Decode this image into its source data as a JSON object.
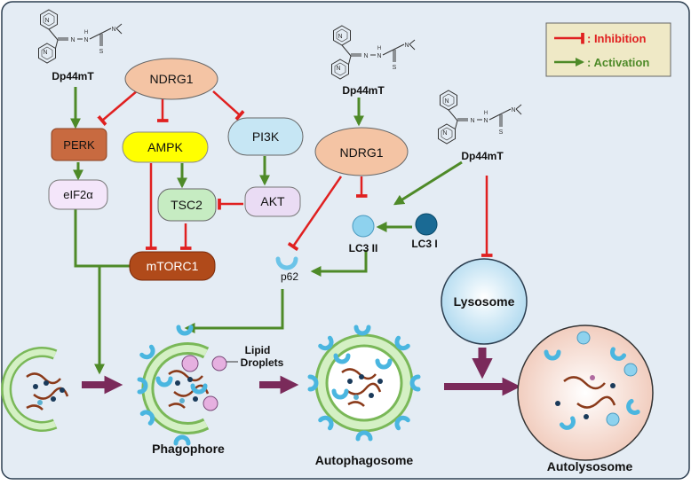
{
  "legend": {
    "inhibition": ": Inhibition",
    "activation": ": Activation"
  },
  "drug": {
    "name": "Dp44mT",
    "atom_n": "N",
    "atom_s": "S",
    "atom_h": "H"
  },
  "nodes": {
    "ndrg1_top": "NDRG1",
    "ndrg1_mid": "NDRG1",
    "perk": "PERK",
    "eif2a": "eIF2α",
    "ampk": "AMPK",
    "pi3k": "PI3K",
    "tsc2": "TSC2",
    "akt": "AKT",
    "mtorc1": "mTORC1",
    "lc3ii": "LC3 II",
    "lc3i": "LC3 I",
    "p62": "p62",
    "lysosome": "Lysosome"
  },
  "stages": {
    "phagophore": "Phagophore",
    "autophagosome": "Autophagosome",
    "autolysosome": "Autolysosome",
    "lipid_droplets_line1": "Lipid",
    "lipid_droplets_line2": "Droplets"
  },
  "colors": {
    "background": "#e4ecf4",
    "inhibit": "#e02020",
    "activate": "#4e8a28",
    "transition": "#7a2a5a",
    "ndrg1": "#f4c4a4",
    "perk": "#c86a40",
    "eif2a": "#f4e6fa",
    "ampk": "#ffff00",
    "pi3k": "#c6e6f4",
    "tsc2": "#c6ecc2",
    "akt": "#eadcf4",
    "mtorc1": "#b04a1a",
    "lc3": "#8ed2ee",
    "lc3i": "#1a6a94",
    "legend_bg": "#efe9c6"
  }
}
